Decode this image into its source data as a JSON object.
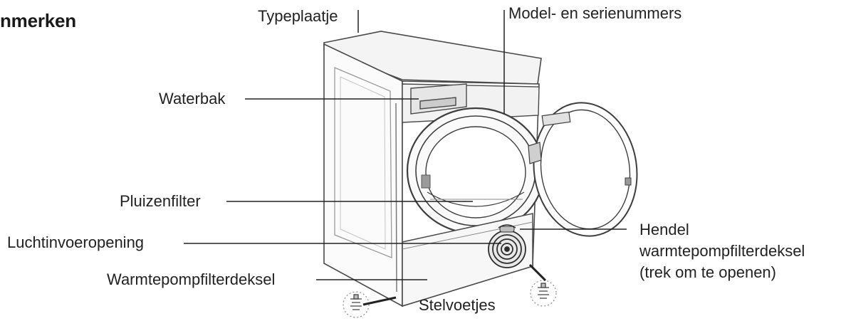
{
  "heading": "nmerken",
  "labels": {
    "typeplaatje": "Typeplaatje",
    "model_serienummers": "Model- en serienummers",
    "waterbak": "Waterbak",
    "pluizenfilter": "Pluizenfilter",
    "luchtinvoeropening": "Luchtinvoeropening",
    "warmtepompfilterdeksel": "Warmtepompfilterdeksel",
    "stelvoetjes": "Stelvoetjes",
    "hendel_line1": "Hendel",
    "hendel_line2": "warmtepompfilterdeksel",
    "hendel_line3": "(trek om te openen)"
  },
  "colors": {
    "ink": "#1a1a1a",
    "outline": "#4a4a4a",
    "shade": "#d9d9d9",
    "leader": "#222222"
  },
  "icons": {
    "dryer": "tumble-dryer-line-drawing",
    "foot": "levelling-foot"
  }
}
